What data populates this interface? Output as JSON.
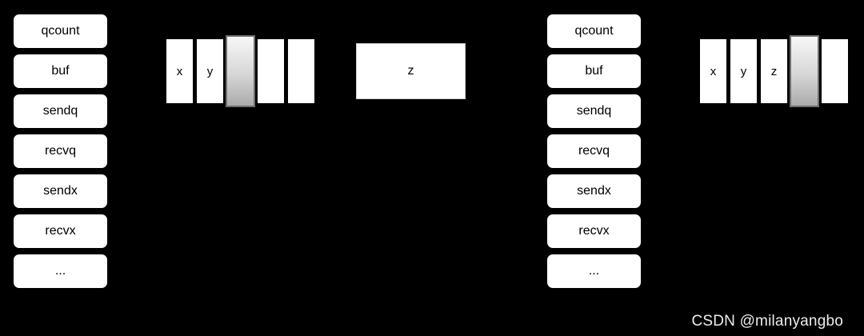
{
  "colors": {
    "background": "#000000",
    "box_fill": "#ffffff",
    "box_border": "#000000",
    "text": "#000000",
    "highlight_gradient_top": "#f7f7f7",
    "highlight_gradient_bottom": "#ababab",
    "highlight_border": "#6f6f6f",
    "z_box_border": "#cccccc",
    "watermark_text_color": "#ececec"
  },
  "left_struct": {
    "fields": [
      "qcount",
      "buf",
      "sendq",
      "recvq",
      "sendx",
      "recvx",
      "..."
    ]
  },
  "left_buffer": {
    "cells": [
      "x",
      "y",
      "",
      "",
      ""
    ],
    "highlight_index": 2
  },
  "z_box": {
    "label": "z"
  },
  "right_struct": {
    "fields": [
      "qcount",
      "buf",
      "sendq",
      "recvq",
      "sendx",
      "recvx",
      "..."
    ]
  },
  "right_buffer": {
    "cells": [
      "x",
      "y",
      "z",
      "",
      ""
    ],
    "highlight_index": 3
  },
  "watermark": {
    "text": "CSDN @milanyangbo"
  }
}
